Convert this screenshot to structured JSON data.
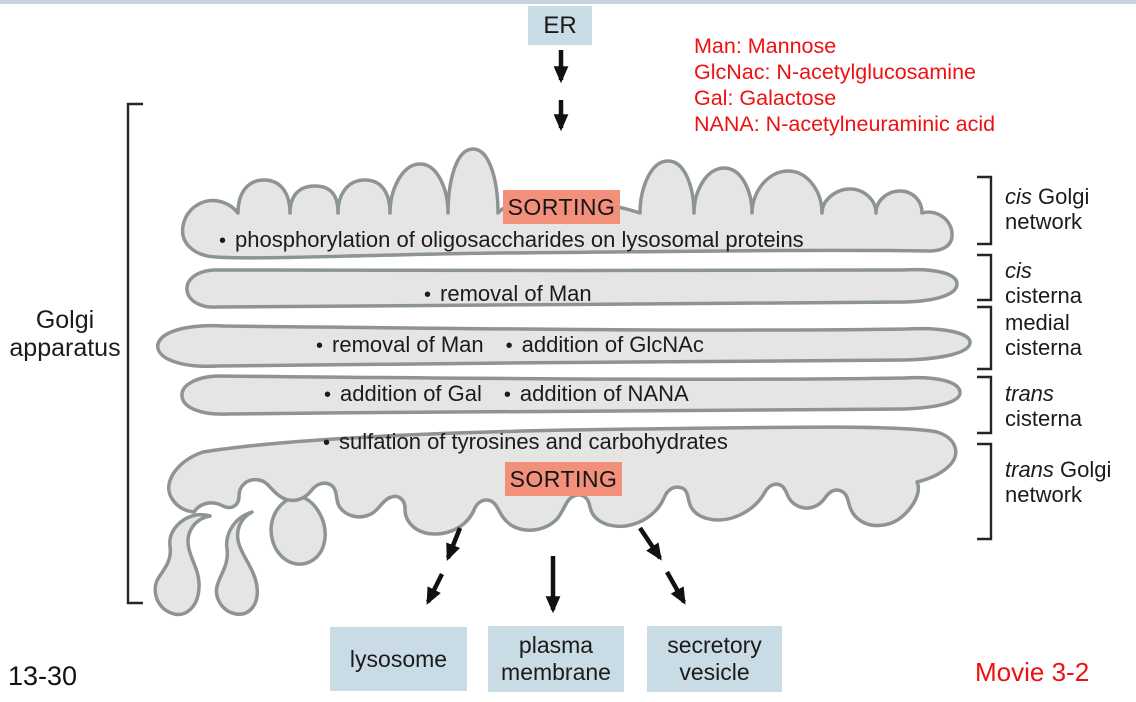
{
  "colors": {
    "membrane_fill": "#e5e5e4",
    "membrane_stroke": "#8d9594",
    "sorting_bg": "#f2907b",
    "box_bg": "#c9dbe4",
    "accent_red": "#ee1111",
    "top_strip": "#c7d0dc",
    "text": "#1b1b1b"
  },
  "bullet": "•",
  "er_label": "ER",
  "legend": [
    "Man: Mannose",
    "GlcNac: N-acetylglucosamine",
    "Gal: Galactose",
    "NANA: N-acetylneuraminic acid"
  ],
  "golgi_label": "Golgi apparatus",
  "sorting_top": "SORTING",
  "sorting_bottom": "SORTING",
  "steps": {
    "cgn": "phosphorylation of oligosaccharides on lysosomal proteins",
    "cis": "removal of Man",
    "med1": "removal of Man",
    "med2": "addition of GlcNAc",
    "tr1": "addition of Gal",
    "tr2": "addition of NANA",
    "tgn": "sulfation of tyrosines and carbohydrates"
  },
  "right_labels": [
    {
      "italic": "cis",
      "rest": " Golgi",
      "line2": "network"
    },
    {
      "italic": "cis",
      "rest": "",
      "line2": "cisterna"
    },
    {
      "italic": "",
      "rest": "medial",
      "line2": "cisterna"
    },
    {
      "italic": "trans",
      "rest": "",
      "line2": "cisterna"
    },
    {
      "italic": "trans",
      "rest": " Golgi",
      "line2": "network"
    }
  ],
  "destinations": [
    "lysosome",
    "plasma membrane",
    "secretory vesicle"
  ],
  "slide_number": "13-30",
  "movie_label": "Movie 3-2"
}
